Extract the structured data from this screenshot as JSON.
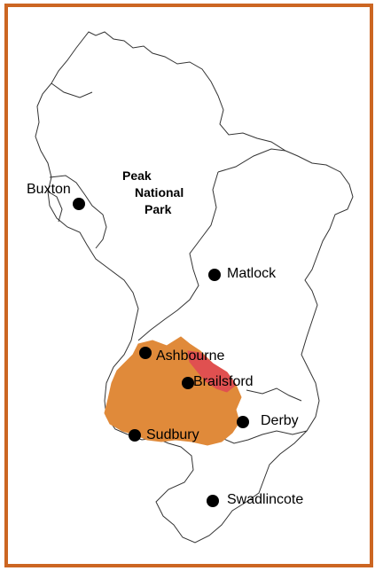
{
  "map": {
    "frame_color": "#cc6622",
    "region_fill": "#e08a3a",
    "highlight_fill": "#e05050",
    "boundary_color": "#333333",
    "marker_color": "#000000",
    "park": {
      "line1": "Peak",
      "line2": "National",
      "line3": "Park"
    },
    "towns": {
      "buxton": "Buxton",
      "matlock": "Matlock",
      "ashbourne": "Ashbourne",
      "brailsford": "Brailsford",
      "derby": "Derby",
      "sudbury": "Sudbury",
      "swadlincote": "Swadlincote"
    }
  }
}
